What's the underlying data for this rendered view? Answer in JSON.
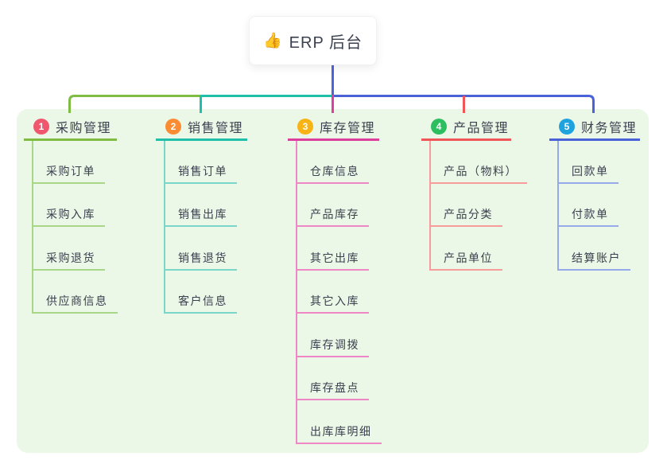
{
  "root_node": {
    "icon": "👍",
    "icon_name": "thumbs-up-icon",
    "title": "ERP 后台"
  },
  "branches": [
    {
      "number": "1",
      "label": "采购管理",
      "line_color": "#7FBC42",
      "child_line_color": "#A8D788",
      "badge_color": "#F0566E",
      "children": [
        "采购订单",
        "采购入库",
        "采购退货",
        "供应商信息"
      ]
    },
    {
      "number": "2",
      "label": "销售管理",
      "line_color": "#1FBFA9",
      "child_line_color": "#79D7C9",
      "badge_color": "#FB8C34",
      "children": [
        "销售订单",
        "销售出库",
        "销售退货",
        "客户信息"
      ]
    },
    {
      "number": "3",
      "label": "库存管理",
      "line_color": "#DE3F9C",
      "child_line_color": "#EF86C5",
      "badge_color": "#F8B317",
      "children": [
        "仓库信息",
        "产品库存",
        "其它出库",
        "其它入库",
        "库存调拨",
        "库存盘点",
        "出库库明细"
      ]
    },
    {
      "number": "4",
      "label": "产品管理",
      "line_color": "#F05558",
      "child_line_color": "#F79B9B",
      "badge_color": "#2DBE60",
      "children": [
        "产品（物料）",
        "产品分类",
        "产品单位"
      ]
    },
    {
      "number": "5",
      "label": "财务管理",
      "line_color": "#4A62D8",
      "child_line_color": "#96AAEA",
      "badge_color": "#1FA3DF",
      "children": [
        "回款单",
        "付款单",
        "结算账户"
      ]
    }
  ],
  "canvas": {
    "background_color": "#FFFFFF",
    "panel_color": "#EBF7E7",
    "root_connector_color": "#4E62D9",
    "text_color": "#3C4150"
  }
}
